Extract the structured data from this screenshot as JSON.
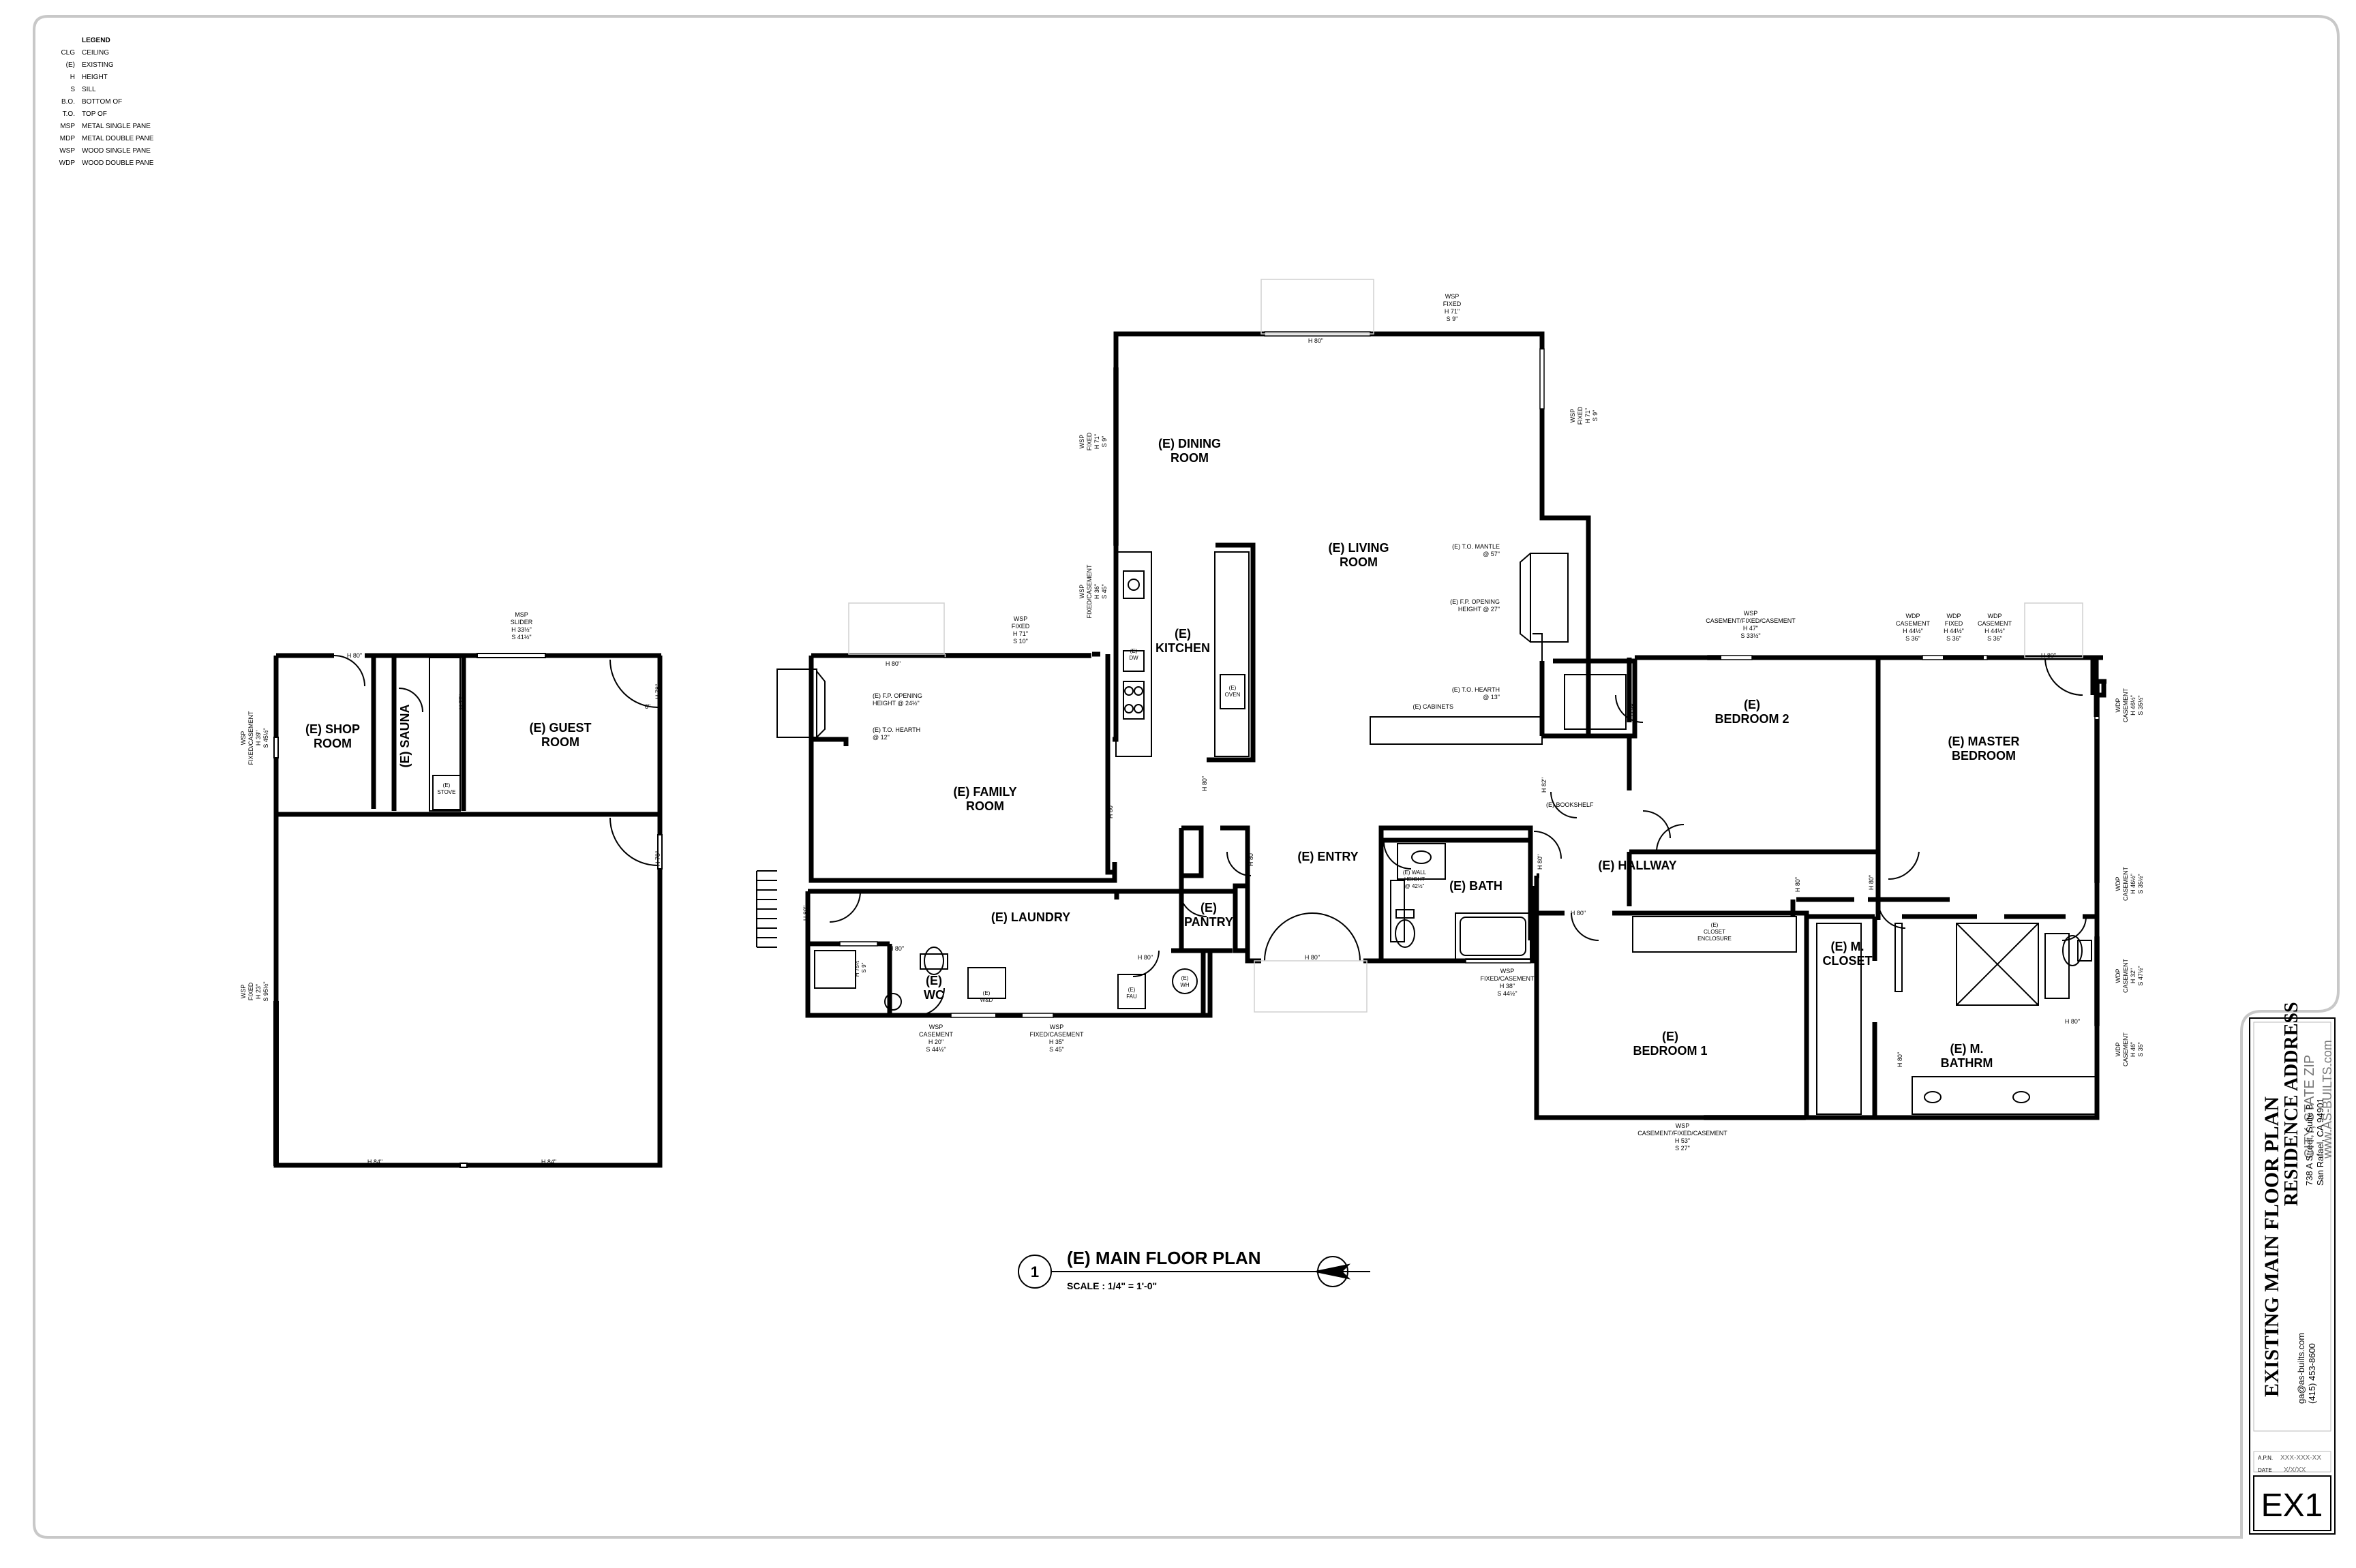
{
  "legend": {
    "title": "LEGEND",
    "entries": [
      {
        "abbr": "CLG",
        "desc": "CEILING"
      },
      {
        "abbr": "(E)",
        "desc": "EXISTING"
      },
      {
        "abbr": "H",
        "desc": "HEIGHT"
      },
      {
        "abbr": "S",
        "desc": "SILL"
      },
      {
        "abbr": "B.O.",
        "desc": "BOTTOM OF"
      },
      {
        "abbr": "T.O.",
        "desc": "TOP OF"
      },
      {
        "abbr": "MSP",
        "desc": "METAL SINGLE PANE"
      },
      {
        "abbr": "MDP",
        "desc": "METAL DOUBLE PANE"
      },
      {
        "abbr": "WSP",
        "desc": "WOOD SINGLE PANE"
      },
      {
        "abbr": "WDP",
        "desc": "WOOD DOUBLE PANE"
      }
    ]
  },
  "rooms": {
    "dining": [
      "(E) DINING",
      "ROOM"
    ],
    "living": [
      "(E) LIVING",
      "ROOM"
    ],
    "kitchen": [
      "(E)",
      "KITCHEN"
    ],
    "family": [
      "(E) FAMILY",
      "ROOM"
    ],
    "laundry": [
      "(E) LAUNDRY"
    ],
    "wc": [
      "(E)",
      "WC"
    ],
    "pantry": [
      "(E)",
      "PANTRY"
    ],
    "entry": [
      "(E) ENTRY"
    ],
    "bath": [
      "(E) BATH"
    ],
    "hallway": [
      "(E) HALLWAY"
    ],
    "bedroom2": [
      "(E)",
      "BEDROOM 2"
    ],
    "master": [
      "(E) MASTER",
      "BEDROOM"
    ],
    "bedroom1": [
      "(E)",
      "BEDROOM 1"
    ],
    "mcloset": [
      "(E) M.",
      "CLOSET"
    ],
    "mbath": [
      "(E) M.",
      "BATHRM"
    ],
    "shop": [
      "(E) SHOP",
      "ROOM"
    ],
    "sauna": [
      "(E) SAUNA"
    ],
    "guest": [
      "(E) GUEST",
      "ROOM"
    ]
  },
  "notes": {
    "windows": {
      "dining_top": [
        "WSP",
        "FIXED",
        "H 71\"",
        "S 9\""
      ],
      "dining_left": [
        "WSP",
        "FIXED",
        "H 71\"",
        "S 9\""
      ],
      "living_right": [
        "WSP",
        "FIXED",
        "H 71\"",
        "S 9\""
      ],
      "kitchen": [
        "WSP",
        "FIXED/CASEMENT",
        "H 36\"",
        "S 45\""
      ],
      "family_top": [
        "WSP",
        "FIXED",
        "H 71\"",
        "S 10\""
      ],
      "bedroom2_top": [
        "WSP",
        "CASEMENT/FIXED/CASEMENT",
        "H 47\"",
        "S 33½\""
      ],
      "master_w1": [
        "WDP",
        "CASEMENT",
        "H 44½\"",
        "S 36\""
      ],
      "master_w2": [
        "WDP",
        "FIXED",
        "H 44½\"",
        "S 36\""
      ],
      "master_w3": [
        "WDP",
        "CASEMENT",
        "H 44½\"",
        "S 36\""
      ],
      "master_r1": [
        "WDP",
        "CASEMENT",
        "H 46½\"",
        "S 35½\""
      ],
      "master_r2": [
        "WDP",
        "CASEMENT",
        "H 46½\"",
        "S 35½\""
      ],
      "mbath_r1": [
        "WDP",
        "CASEMENT",
        "H 32\"",
        "S 47½\""
      ],
      "mbath_r2": [
        "WDP",
        "CASEMENT",
        "H 46\"",
        "S 35\""
      ],
      "bath": [
        "WSP",
        "FIXED/CASEMENT",
        "H 38\"",
        "S 44½\""
      ],
      "bedroom1": [
        "WSP",
        "CASEMENT/FIXED/CASEMENT",
        "H 53\"",
        "S 27\""
      ],
      "wc": [
        "WSP",
        "CASEMENT",
        "H 20\"",
        "S 44½\""
      ],
      "laundry": [
        "WSP",
        "FIXED/CASEMENT",
        "H 35\"",
        "S 45\""
      ],
      "guest_top": [
        "MSP",
        "SLIDER",
        "H 33½\"",
        "S 41½\""
      ],
      "shop_left": [
        "WSP",
        "FIXED/CASEMENT",
        "H 39\"",
        "S 45½\""
      ],
      "garage_left": [
        "WSP",
        "FIXED",
        "H 23\"",
        "S 95½\""
      ]
    },
    "fireplace_living": [
      "(E) T.O. MANTLE",
      "@ 57\"",
      "(E) F.P. OPENING",
      "HEIGHT @ 27\"",
      "(E) T.O. HEARTH",
      "@ 13\"",
      "(E) CABINETS"
    ],
    "fireplace_family": [
      "(E) F.P. OPENING",
      "HEIGHT @ 24½\"",
      "(E) T.O. HEARTH",
      "@ 12\""
    ],
    "fixtures": {
      "dw": [
        "(E)",
        "DW"
      ],
      "oven": [
        "(E)",
        "OVEN"
      ],
      "wd": [
        "(E)",
        "W&D"
      ],
      "fau": [
        "(E)",
        "FAU"
      ],
      "wh": [
        "(E)",
        "WH"
      ],
      "stove": [
        "(E)",
        "STOVE"
      ],
      "wall": [
        "(E) WALL",
        "HEIGHT",
        "@ 42½\""
      ],
      "bookshelf": "(E) BOOKSHELF",
      "closet": [
        "(E)",
        "CLOSET",
        "ENCLOSURE"
      ],
      "wc_shelf": [
        "H 75½\"",
        "S 9\""
      ]
    },
    "heights": {
      "h80": "H 80\"",
      "h84": "H 84\"",
      "h82": "H 82\"",
      "h77": "H 77\"",
      "h78": "H 78\"",
      "s6": "6\""
    }
  },
  "plan_title": {
    "number": "1",
    "title": "(E) MAIN FLOOR PLAN",
    "scale": "SCALE : 1/4\" = 1'-0\""
  },
  "title_block": {
    "title1": "EXISTING MAIN FLOOR PLAN",
    "title2": "RESIDENCE ADDRESS",
    "city": "CITY, STATE ZIP",
    "web": "www.AS-BUILTS.com",
    "address1": "738 A Street, Suite B",
    "address2": "San Rafael, CA 94901",
    "email": "ga@as-builts.com",
    "phone": "(415) 453-8600",
    "apn_label": "A.P.N.",
    "apn": "XXX-XXX-XX",
    "date_label": "DATE",
    "date": "X/X/XX",
    "sheet": "EX1"
  }
}
